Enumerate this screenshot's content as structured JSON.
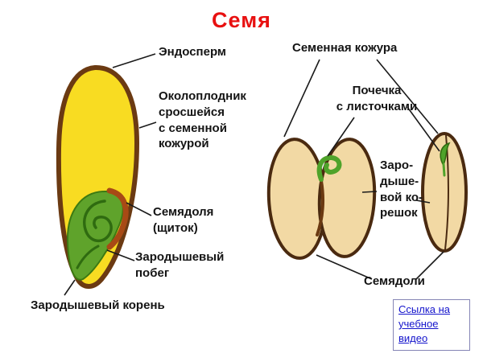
{
  "title": "Семя",
  "left_diagram": {
    "labels": {
      "endosperm": "Эндосперм",
      "pericarp": "Околоплодник\nсросшейся\nс семенной\nкожурой",
      "scutellum": "Семядоля\n(щиток)",
      "shoot": "Зародышевый\nпобег",
      "root": "Зародышевый корень"
    }
  },
  "right_diagram": {
    "labels": {
      "seed_coat": "Семенная кожура",
      "bud": "Почечка\nс листочками",
      "embryo_root": "Заро-\nдыше-\nвой ко-\nрешок",
      "cotyledons": "Семядоли"
    }
  },
  "link": {
    "text": "Ссылка на\nучебное\nвидео"
  },
  "colors": {
    "title_red": "#e81010",
    "endosperm_yellow": "#f8dc22",
    "embryo_green": "#5fa32b",
    "embryo_swirl_green": "#2f6b10",
    "scutellum_band": "#a84a15",
    "cotyledon_tan": "#f2d9a4",
    "sprout_green": "#4fa32a",
    "seed_outline_brown": "#6b3a12",
    "bean_outline_brown": "#4a2a10",
    "link_blue": "#1414cc"
  }
}
